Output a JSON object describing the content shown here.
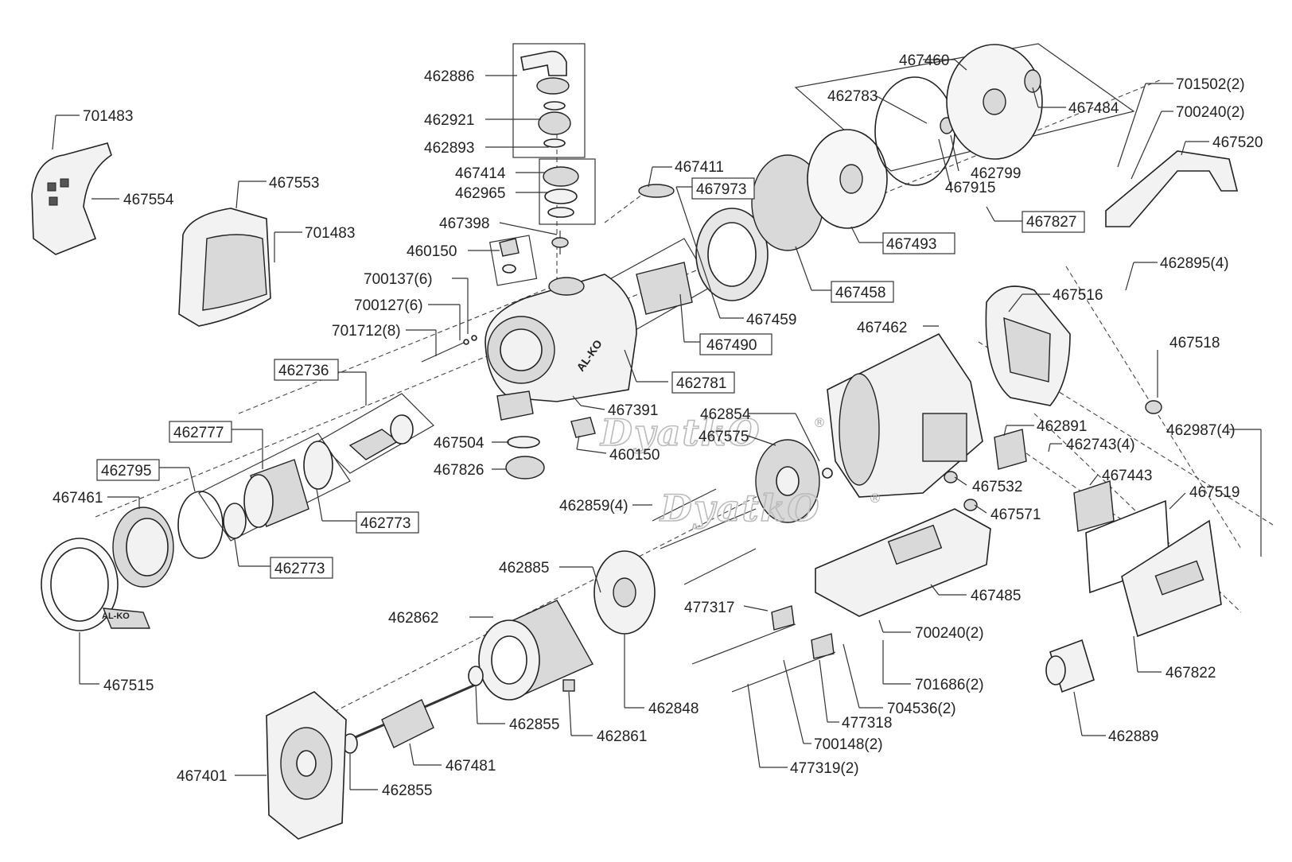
{
  "diagram": {
    "watermark": "DyatkO",
    "watermark_mark": "®",
    "brand_marks": [
      "AL-KO",
      "AL-KO"
    ],
    "labels": {
      "p701483a": "701483",
      "p467554": "467554",
      "p467553": "467553",
      "p701483b": "701483",
      "p462886": "462886",
      "p462921": "462921",
      "p462893": "462893",
      "p467414": "467414",
      "p462965": "462965",
      "p467398": "467398",
      "p460150a": "460150",
      "p700137": "700137(6)",
      "p700127": "700127(6)",
      "p701712": "701712(8)",
      "p462736": "462736",
      "p462777": "462777",
      "p462795": "462795",
      "p467461": "467461",
      "p467515": "467515",
      "p462773a": "462773",
      "p462773b": "462773",
      "p467504": "467504",
      "p467826": "467826",
      "p460150b": "460150",
      "p467391": "467391",
      "p462781": "462781",
      "p467490": "467490",
      "p467411": "467411",
      "p467973": "467973",
      "p467459": "467459",
      "p467458": "467458",
      "p467493": "467493",
      "p462783": "462783",
      "p467460": "467460",
      "p467484": "467484",
      "p462799": "462799",
      "p467915": "467915",
      "p467827": "467827",
      "p701502": "701502(2)",
      "p700240a": "700240(2)",
      "p467520": "467520",
      "p462895": "462895(4)",
      "p467516": "467516",
      "p467518": "467518",
      "p462987": "462987(4)",
      "p467462": "467462",
      "p462854": "462854",
      "p467575": "467575",
      "p462891": "462891",
      "p462743": "462743(4)",
      "p467443": "467443",
      "p467532": "467532",
      "p467571": "467571",
      "p467519": "467519",
      "p462859": "462859(4)",
      "p462885": "462885",
      "p462862": "462862",
      "p462848": "462848",
      "p477317": "477317",
      "p467485": "467485",
      "p700240b": "700240(2)",
      "p701686": "701686(2)",
      "p704536": "704536(2)",
      "p477318": "477318",
      "p700148": "700148(2)",
      "p477319": "477319(2)",
      "p462855a": "462855",
      "p462861": "462861",
      "p467481": "467481",
      "p467401": "467401",
      "p462855b": "462855",
      "p467822": "467822",
      "p462889": "462889"
    }
  }
}
